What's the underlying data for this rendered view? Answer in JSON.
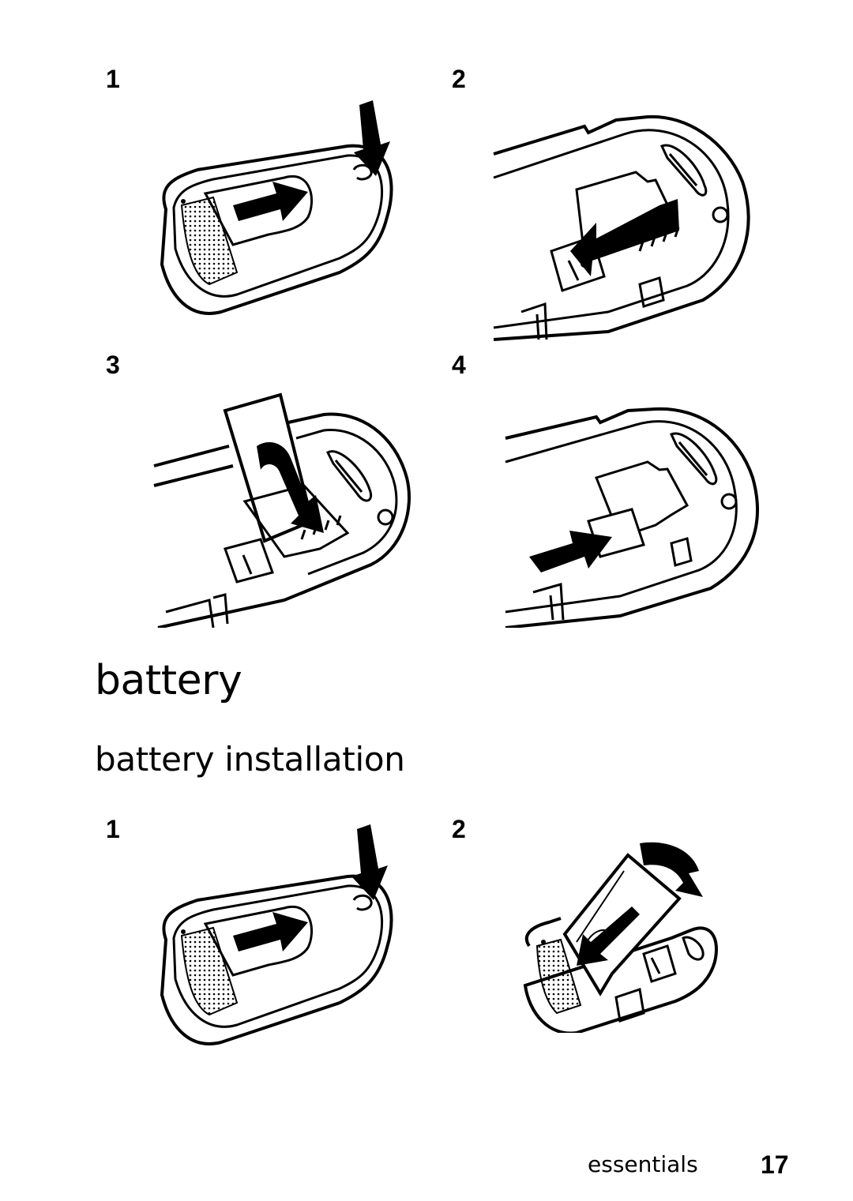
{
  "sim_figures": {
    "step1": "1",
    "step2": "2",
    "step3": "3",
    "step4": "4"
  },
  "section_title": "battery",
  "subsection_title": "battery installation",
  "battery_figures": {
    "step1": "1",
    "step2": "2"
  },
  "footer": {
    "section": "essentials",
    "page_number": "17"
  },
  "colors": {
    "ink": "#000000",
    "paper": "#ffffff"
  }
}
